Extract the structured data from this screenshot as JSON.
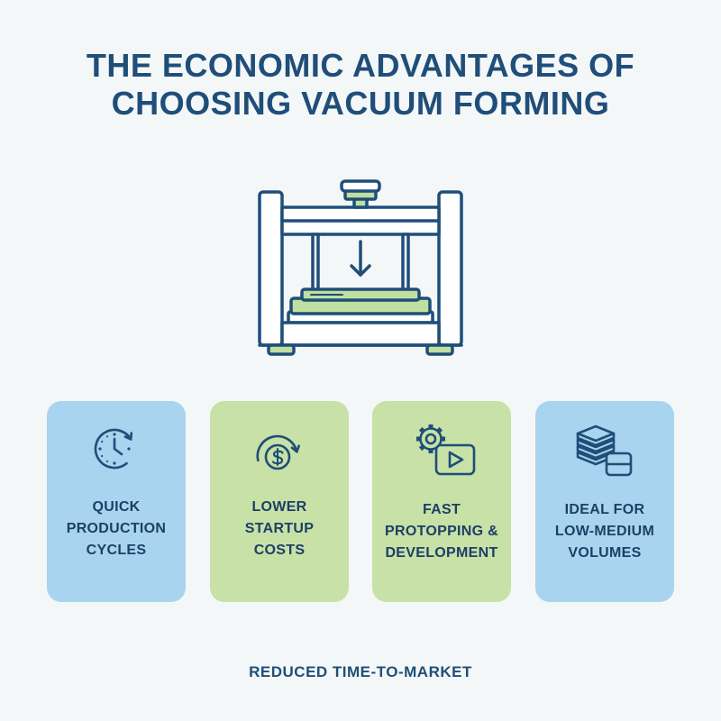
{
  "title": {
    "line1": "THE ECONOMIC ADVANTAGES OF",
    "line2": "CHOOSING VACUUM FORMING"
  },
  "illustration": {
    "icon": "vacuum-forming-machine-icon"
  },
  "cards": [
    {
      "icon": "clock-cycle-icon",
      "color": "#a9d4ef",
      "lines": [
        "QUICK",
        "PRODUCTION",
        "CYCLES"
      ]
    },
    {
      "icon": "dollar-cycle-icon",
      "color": "#c7e1a7",
      "lines": [
        "LOWER",
        "STARTUP",
        "COSTS"
      ]
    },
    {
      "icon": "gear-video-icon",
      "color": "#c7e1a7",
      "lines": [
        "FAST",
        "PROTOPPING &",
        "DEVELOPMENT"
      ]
    },
    {
      "icon": "layers-stack-icon",
      "color": "#a9d4ef",
      "lines": [
        "IDEAL FOR",
        "LOW-MEDIUM",
        "VOLUMES"
      ]
    }
  ],
  "footer": {
    "text": "REDUCED TIME-TO-MARKET"
  },
  "colors": {
    "background": "#f4f7f8",
    "navy": "#1f4e79",
    "text": "#1d3f66",
    "accent": "#bfe0a0"
  }
}
